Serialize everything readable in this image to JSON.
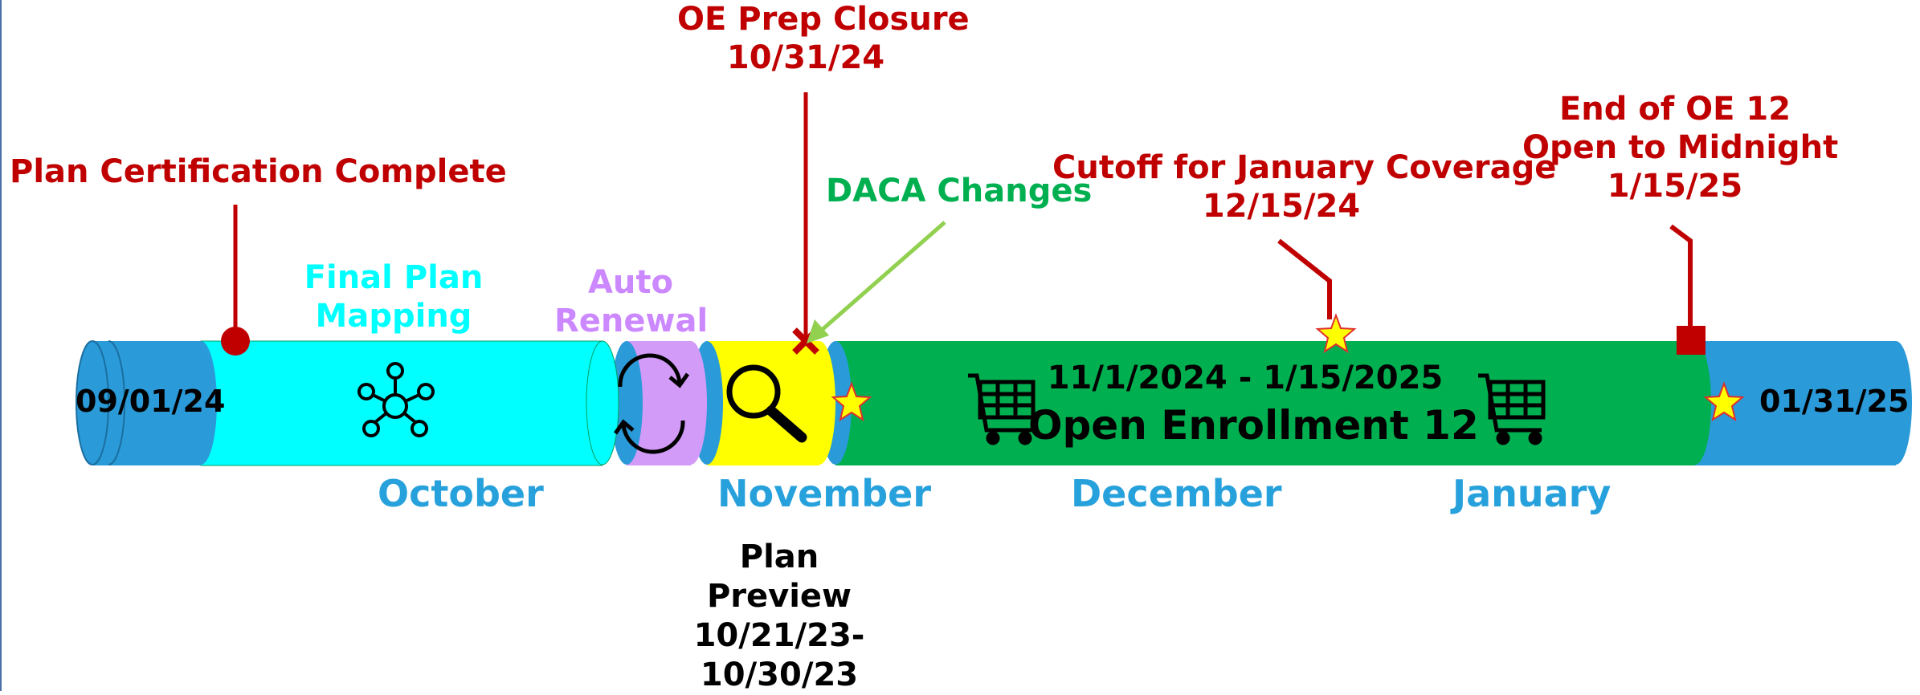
{
  "timeline": {
    "start_date": "09/01/24",
    "end_date": "01/31/25",
    "months": [
      "October",
      "November",
      "December",
      "January"
    ]
  },
  "phases": {
    "final_plan_mapping": "Final Plan Mapping",
    "auto_renewal": "Auto Renewal",
    "open_enrollment": {
      "dates": "11/1/2024 - 1/15/2025",
      "name": "Open Enrollment 12"
    },
    "plan_preview": "Plan Preview 10/21/23- 10/30/23"
  },
  "milestones": {
    "plan_certification": "Plan Certification Complete",
    "oe_prep_closure": {
      "title": "OE Prep Closure",
      "date": "10/31/24"
    },
    "daca_changes": "DACA Changes",
    "cutoff_january": {
      "title": "Cutoff for January Coverage",
      "date": "12/15/24"
    },
    "end_of_oe": {
      "title": "End of OE 12",
      "subtitle": "Open to Midnight",
      "date": "1/15/25"
    }
  },
  "colors": {
    "blue_band": "#2a9ad8",
    "final_plan_mapping": "#00ffff",
    "auto_renewal": "#d39bf8",
    "plan_preview": "#ffff00",
    "open_enrollment": "#00b050",
    "milestone_red": "#c00000",
    "daca_green": "#00b050",
    "daca_arrow": "#92d050",
    "month_blue": "#27a1dc",
    "final_plan_text": "#00ffff",
    "auto_renewal_text": "#cc88ff"
  }
}
